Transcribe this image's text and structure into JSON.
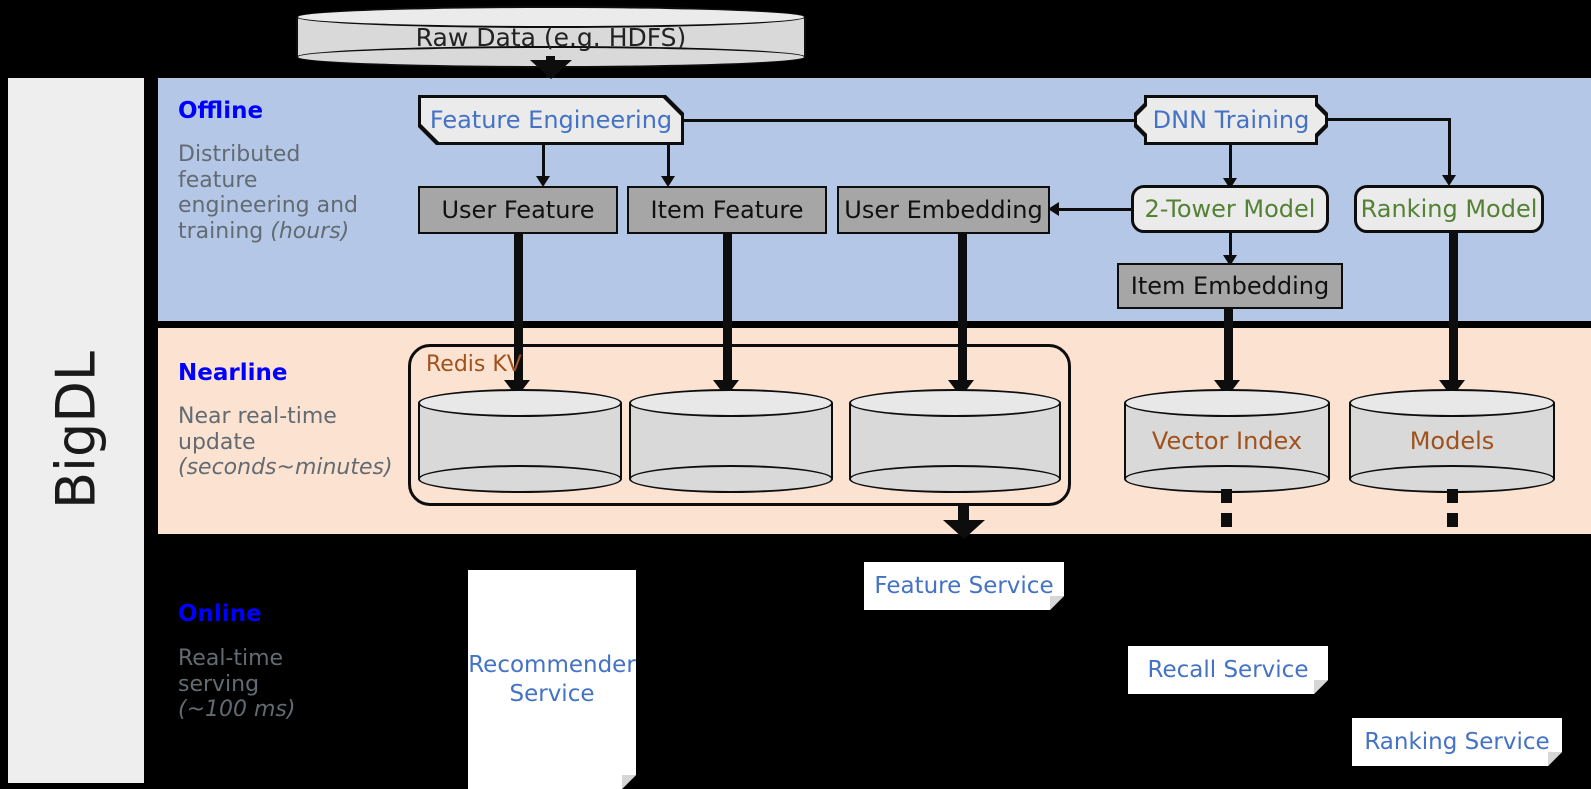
{
  "framework": {
    "name": "BigDL"
  },
  "source": {
    "label": "Raw Data (e.g. HDFS)"
  },
  "layers": [
    {
      "id": "offline",
      "label": "Offline",
      "description_line1": "Distributed",
      "description_line2": "feature",
      "description_line3": "engineering and",
      "description_line4_plain": "training ",
      "description_line4_italic": "(hours)",
      "band_color": "#b4c7e7"
    },
    {
      "id": "nearline",
      "label": "Nearline",
      "description_line1": "Near real-time",
      "description_line2": "update",
      "description_line3_italic": "(seconds~minutes)",
      "band_color": "#fbe2d1"
    },
    {
      "id": "online",
      "label": "Online",
      "description_line1": "Real-time",
      "description_line2": "serving",
      "description_line3_italic": "(~100 ms)",
      "band_color": "#000000"
    }
  ],
  "offline_nodes": {
    "feature_engineering": {
      "label": "Feature Engineering",
      "text_color": "#4472c4"
    },
    "dnn_training": {
      "label": "DNN Training",
      "text_color": "#4472c4"
    },
    "user_feature": {
      "label": "User Feature",
      "text_color": "#111111"
    },
    "item_feature": {
      "label": "Item Feature",
      "text_color": "#111111"
    },
    "user_embedding": {
      "label": "User Embedding",
      "text_color": "#111111"
    },
    "two_tower_model": {
      "label": "2-Tower Model",
      "text_color": "#548235"
    },
    "ranking_model": {
      "label": "Ranking Model",
      "text_color": "#548235"
    },
    "item_embedding": {
      "label": "Item Embedding",
      "text_color": "#111111"
    }
  },
  "nearline_nodes": {
    "redis_group": {
      "label": "Redis KV",
      "text_color": "#a0521d"
    },
    "store_user_feature": {
      "label": ""
    },
    "store_item_feature": {
      "label": ""
    },
    "store_user_embedding": {
      "label": ""
    },
    "vector_index": {
      "label": "Vector Index",
      "text_color": "#a0521d"
    },
    "models": {
      "label": "Models",
      "text_color": "#a0521d"
    }
  },
  "online_nodes": {
    "recommender_service": {
      "label_line1": "Recommender",
      "label_line2": "Service",
      "text_color": "#4472c4"
    },
    "feature_service": {
      "label": "Feature Service",
      "text_color": "#4472c4"
    },
    "recall_service": {
      "label": "Recall Service",
      "text_color": "#4472c4"
    },
    "ranking_service": {
      "label": "Ranking Service",
      "text_color": "#4472c4"
    }
  },
  "palette": {
    "offline_band": "#b4c7e7",
    "nearline_band": "#fbe2d1",
    "online_band": "#000000",
    "rail": "#eeeeee",
    "grey_node": "#a6a6a6",
    "light_node": "#ebebeb",
    "cylinder": "#d9d9d9",
    "layer_label": "#0000ff",
    "layer_desc": "#636b72",
    "brown_text": "#a0521d",
    "blue_text": "#4472c4",
    "green_text": "#548235",
    "stroke": "#0d0d0d"
  }
}
